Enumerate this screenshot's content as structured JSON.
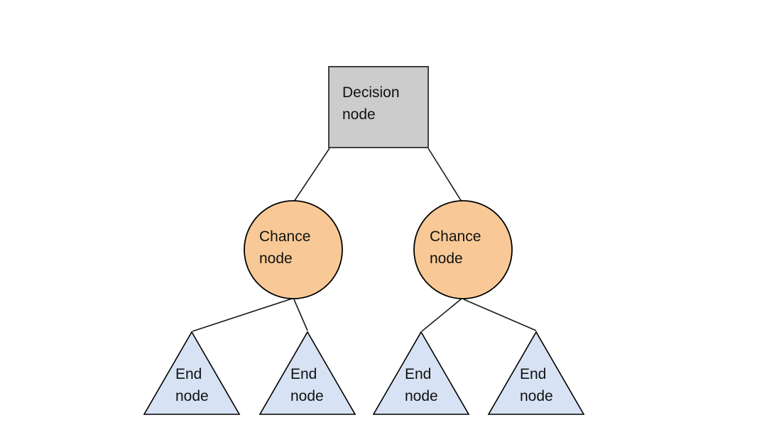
{
  "diagram": {
    "type": "decision-tree",
    "nodes": {
      "decision": {
        "label": "Decision node",
        "shape": "square"
      },
      "chance_left": {
        "label": "Chance node",
        "shape": "circle"
      },
      "chance_right": {
        "label": "Chance node",
        "shape": "circle"
      },
      "end_1": {
        "label": "End node",
        "shape": "triangle"
      },
      "end_2": {
        "label": "End node",
        "shape": "triangle"
      },
      "end_3": {
        "label": "End node",
        "shape": "triangle"
      },
      "end_4": {
        "label": "End node",
        "shape": "triangle"
      }
    },
    "edges": [
      {
        "from": "decision",
        "to": "chance_left"
      },
      {
        "from": "decision",
        "to": "chance_right"
      },
      {
        "from": "chance_left",
        "to": "end_1"
      },
      {
        "from": "chance_left",
        "to": "end_2"
      },
      {
        "from": "chance_right",
        "to": "end_3"
      },
      {
        "from": "chance_right",
        "to": "end_4"
      }
    ],
    "colors": {
      "background": "#ffffff",
      "decision_fill": "#cccccc",
      "decision_border": "#404040",
      "chance_fill": "#f8c996",
      "chance_border": "#000000",
      "end_fill": "#d7e3f4",
      "end_border": "#000000",
      "edge_stroke": "#1a1a1a",
      "text": "#111111"
    }
  }
}
